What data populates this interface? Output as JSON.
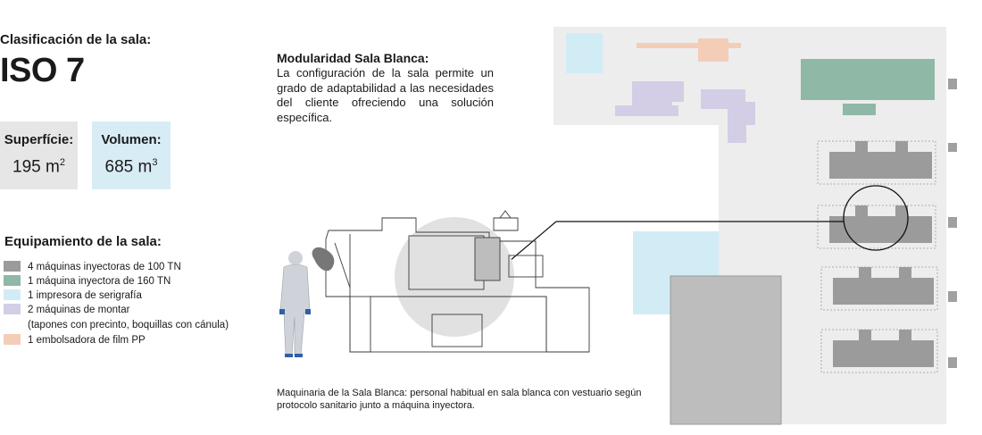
{
  "classification": {
    "label": "Clasificación de la sala:",
    "value": "ISO 7"
  },
  "surface": {
    "label": "Superfície:",
    "number": "195 m",
    "exp": "2"
  },
  "volume": {
    "label": "Volumen:",
    "number": "685 m",
    "exp": "3"
  },
  "equipment": {
    "title": "Equipamiento de la sala:",
    "items": [
      {
        "label": "4 máquinas inyectoras de 100 TN",
        "color": "#9b9b9b"
      },
      {
        "label": "1 máquina inyectora de 160 TN",
        "color": "#8fb8a7"
      },
      {
        "label": "1 impresora de serigrafía",
        "color": "#d2ecf5"
      },
      {
        "label": "2 máquinas de montar",
        "color": "#d3cee6"
      },
      {
        "label": "(tapones con precinto, boquillas con cánula)",
        "color": ""
      },
      {
        "label": "1 embolsadora de film PP",
        "color": "#f4cdb9"
      }
    ]
  },
  "modularity": {
    "title": "Modularidad Sala Blanca:",
    "text": "La configuración de la sala permite un grado de adaptabilidad a las necesidades del cliente ofreciendo una solución específica."
  },
  "caption": "Maquinaria de la Sala Blanca: personal habitual en sala blanca con vestuario según protocolo sanitario junto a máquina inyectora.",
  "colors": {
    "injector_100": "#9b9b9b",
    "injector_160": "#8fb8a7",
    "screen_printer": "#d2ecf5",
    "assembly": "#d3cee6",
    "bagger": "#f4cdb9",
    "room_floor": "#ededed",
    "suit": "#cfd3d9",
    "gloves": "#2f5fa8"
  }
}
